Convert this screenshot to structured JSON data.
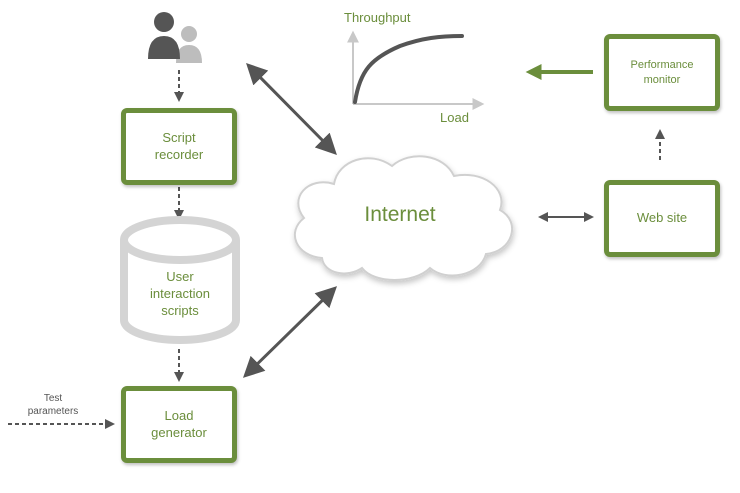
{
  "nodes": {
    "script_recorder": "Script\nrecorder",
    "user_scripts": "User\ninteraction\nscripts",
    "load_generator": "Load\ngenerator",
    "internet": "Internet",
    "web_site": "Web site",
    "performance_monitor": "Performance\nmonitor",
    "test_parameters": "Test\nparameters"
  },
  "chart": {
    "ylabel": "Throughput",
    "xlabel": "Load"
  },
  "colors": {
    "accent": "#6b8e3c",
    "arrow": "#555555",
    "cylinder": "#d4d4d4",
    "users": "#5a5a5a"
  },
  "icons": {
    "users": "users-icon",
    "cloud": "cloud-icon"
  }
}
